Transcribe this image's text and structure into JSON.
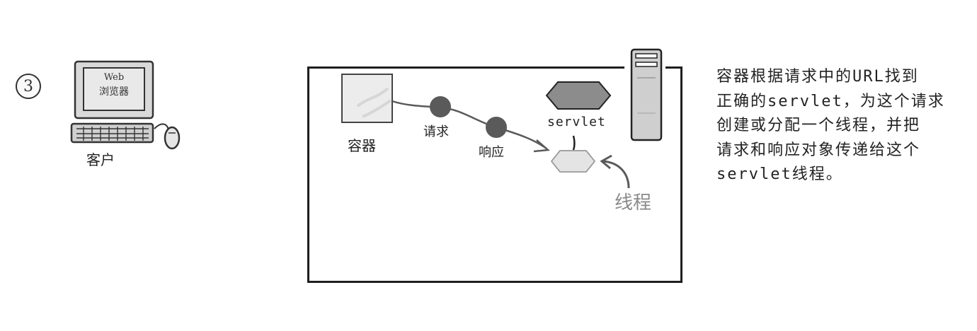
{
  "step": {
    "number": "3"
  },
  "client": {
    "label": "客户",
    "screen_line1": "Web",
    "screen_line2": "浏览器",
    "icon": "computer-icon"
  },
  "diagram": {
    "container_label": "容器",
    "request_label": "请求",
    "response_label": "响应",
    "servlet_label": "servlet",
    "thread_label": "线程",
    "server_icon": "server-tower-icon",
    "colors": {
      "dot": "#5a5a5a",
      "servlet_hex": "#8c8c8c",
      "thread_hex": "#e4e4e4",
      "thread_text": "#8a8a8a"
    }
  },
  "description": {
    "lines": [
      "容器根据请求中的URL找到",
      "正确的servlet，为这个请求",
      "创建或分配一个线程，并把",
      "请求和响应对象传递给这个",
      "servlet线程。"
    ]
  }
}
